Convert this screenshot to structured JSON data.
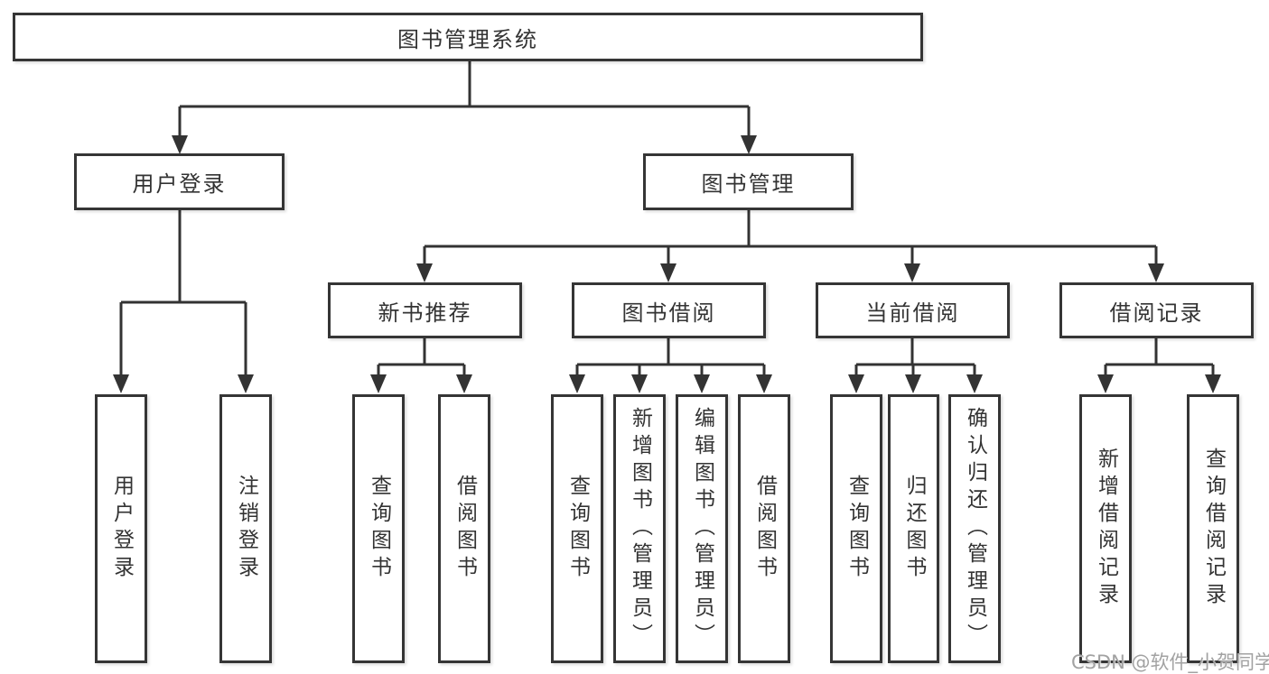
{
  "tree": {
    "root": {
      "label": "图书管理系统"
    },
    "branches": [
      {
        "label": "用户登录",
        "children": [
          {
            "label": "用户登录"
          },
          {
            "label": "注销登录"
          }
        ]
      },
      {
        "label": "图书管理",
        "children": [
          {
            "label": "新书推荐",
            "children": [
              {
                "label": "查询图书"
              },
              {
                "label": "借阅图书"
              }
            ]
          },
          {
            "label": "图书借阅",
            "children": [
              {
                "label": "查询图书"
              },
              {
                "label": "新增图书（管理员）"
              },
              {
                "label": "编辑图书（管理员）"
              },
              {
                "label": "借阅图书"
              }
            ]
          },
          {
            "label": "当前借阅",
            "children": [
              {
                "label": "查询图书"
              },
              {
                "label": "归还图书"
              },
              {
                "label": "确认归还（管理员）"
              }
            ]
          },
          {
            "label": "借阅记录",
            "children": [
              {
                "label": "新增借阅记录"
              },
              {
                "label": "查询借阅记录"
              }
            ]
          }
        ]
      }
    ]
  },
  "watermark": "CSDN @软件_小贺同学",
  "colors": {
    "line": "#333333",
    "border": "#353535",
    "text": "#333333",
    "watermark": "#a2a2a2",
    "background": "#ffffff"
  }
}
